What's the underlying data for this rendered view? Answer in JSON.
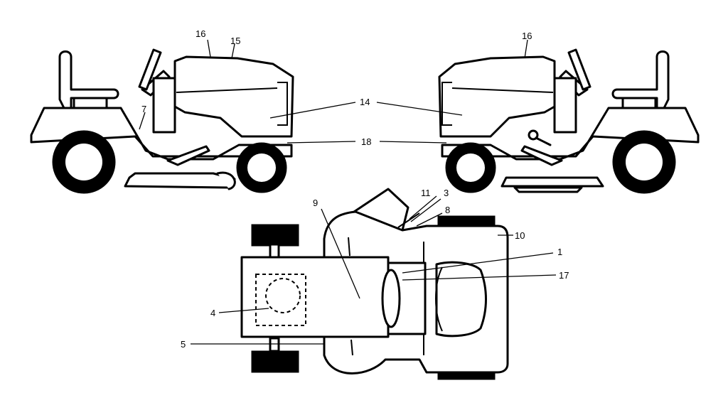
{
  "callouts": {
    "c1": "1",
    "c3": "3",
    "c4": "4",
    "c5": "5",
    "c7": "7",
    "c8": "8",
    "c9": "9",
    "c10": "10",
    "c11": "11",
    "c14": "14",
    "c15": "15",
    "c16_left": "16",
    "c16_right": "16",
    "c17": "17",
    "c18": "18"
  }
}
